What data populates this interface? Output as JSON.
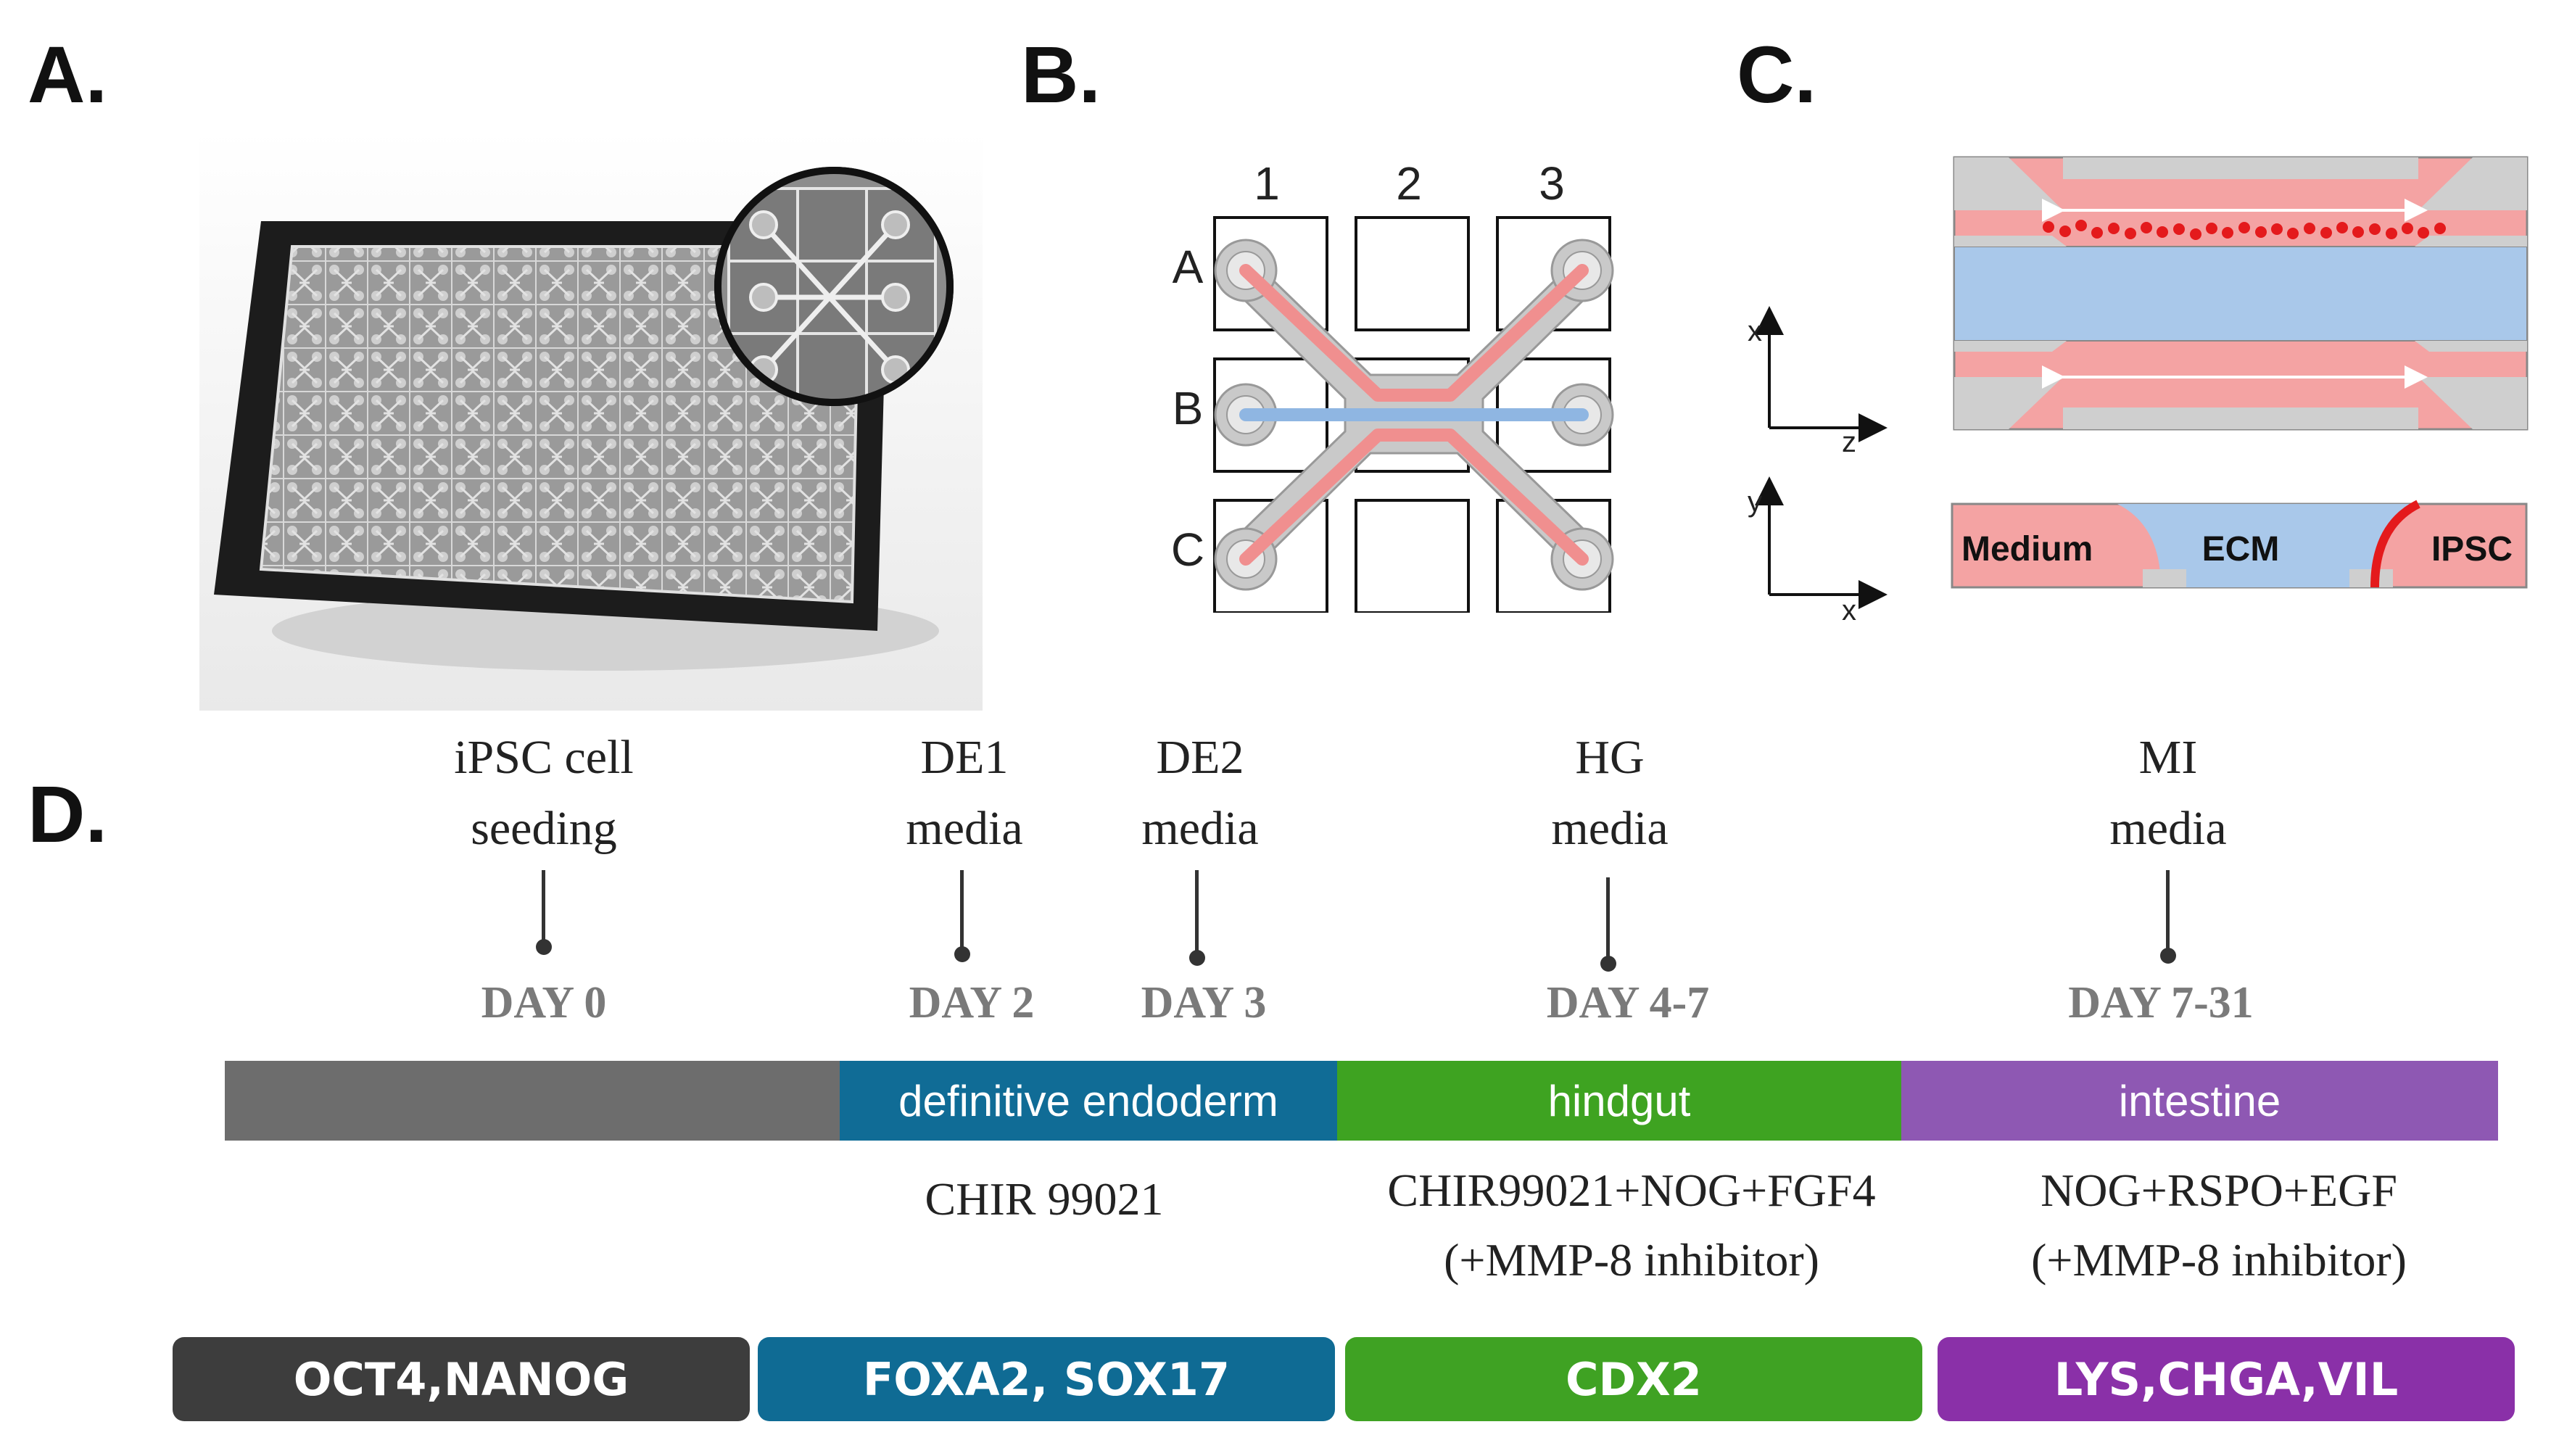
{
  "panels": {
    "a": "A.",
    "b": "B.",
    "c": "C.",
    "d": "D."
  },
  "plate_grid": {
    "cols": [
      "1",
      "2",
      "3"
    ],
    "rows": [
      "A",
      "B",
      "C"
    ]
  },
  "chip": {
    "axis_top": {
      "vertical": "x",
      "horizontal": "z"
    },
    "axis_bottom": {
      "vertical": "y",
      "horizontal": "x"
    },
    "labels": {
      "medium": "Medium",
      "ecm": "ECM",
      "ipsc": "IPSC"
    },
    "colors": {
      "channel": "#f4a3a3",
      "ecm": "#a9c8ea",
      "cells": "#e41a1c",
      "wall": "#cfcfcf"
    }
  },
  "timeline": {
    "events": [
      {
        "line1": "iPSC cell",
        "line2": "seeding",
        "day": "DAY 0"
      },
      {
        "line1": "DE1",
        "line2": "media",
        "day": "DAY 2"
      },
      {
        "line1": "DE2",
        "line2": "media",
        "day": "DAY 3"
      },
      {
        "line1": "HG",
        "line2": "media",
        "day": "DAY 4-7"
      },
      {
        "line1": "MI",
        "line2": "media",
        "day": "DAY 7-31"
      }
    ],
    "stages": [
      {
        "label": "",
        "color": "#6d6d6d"
      },
      {
        "label": "definitive endoderm",
        "color": "#106c96"
      },
      {
        "label": "hindgut",
        "color": "#3ea321"
      },
      {
        "label": "intestine",
        "color": "#8e58b3"
      }
    ],
    "treatments": [
      {
        "line1": "CHIR 99021",
        "line2": ""
      },
      {
        "line1": "CHIR99021+NOG+FGF4",
        "line2": "(+MMP-8 inhibitor)"
      },
      {
        "line1": "NOG+RSPO+EGF",
        "line2": "(+MMP-8 inhibitor)"
      }
    ],
    "markers": [
      {
        "label": "OCT4,NANOG",
        "color": "#3d3d3d"
      },
      {
        "label": "FOXA2, SOX17",
        "color": "#0f6b94"
      },
      {
        "label": "CDX2",
        "color": "#3fa223"
      },
      {
        "label": "LYS,CHGA,VIL",
        "color": "#8a30a8"
      }
    ]
  }
}
